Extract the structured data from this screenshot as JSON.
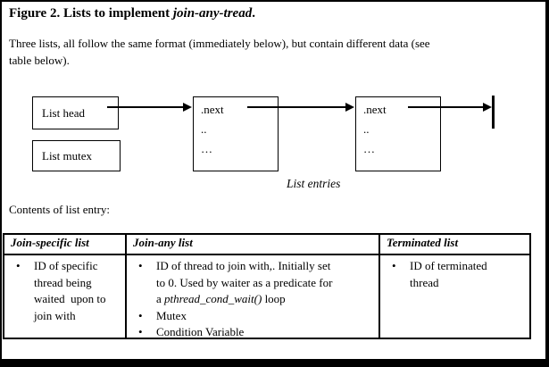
{
  "title": {
    "prefix": "Figure 2. Lists to implement ",
    "emphasis": "join-any-tread",
    "suffix": "."
  },
  "intro": "Three lists, all follow the same format (immediately below), but contain different data (see\ntable below).",
  "diagram": {
    "list_head_label": "List head",
    "list_mutex_label": "List mutex",
    "entry_fields": ".next\n..\n…",
    "caption": "List entries"
  },
  "contents_label": "Contents of list entry:",
  "table": {
    "bullet": "•",
    "headers": [
      "Join-specific list",
      "Join-any list",
      "Terminated list"
    ],
    "join_specific_item": "ID of specific\nthread being\nwaited  upon to\njoin with",
    "join_any": {
      "item1_pre": "ID of thread to join with,. Initially set\nto 0. Used by waiter as a predicate for\na ",
      "item1_italic": "pthread_cond_wait()",
      "item1_post": " loop",
      "item2": "Mutex",
      "item3": "Condition Variable"
    },
    "terminated_item": "ID of terminated\nthread"
  }
}
